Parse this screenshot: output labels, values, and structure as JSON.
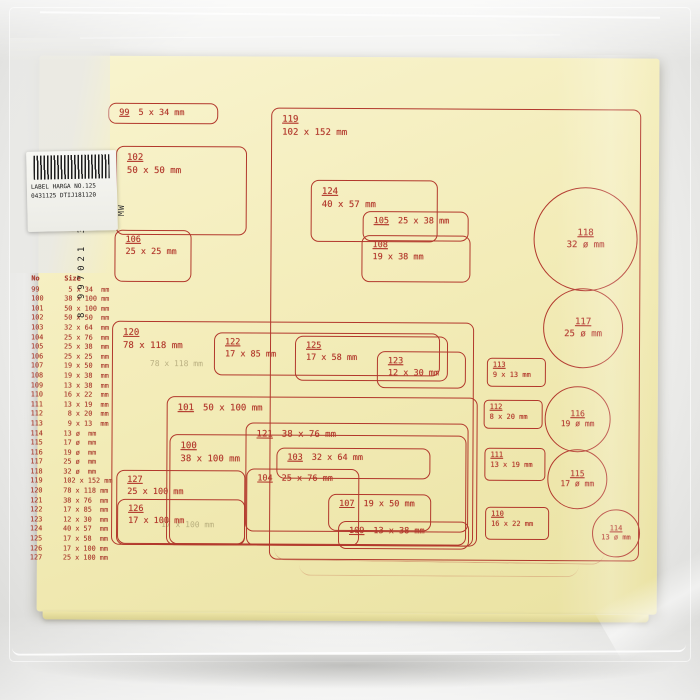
{
  "sticker": {
    "line1": "LABEL HARGA NO.125",
    "line2": "0431125 DTIJ181120",
    "side_mark": "MW",
    "bag_barcode_digits": "8 997021 311959"
  },
  "table": {
    "header": {
      "no": "No",
      "size": "Size"
    },
    "rows": [
      {
        "no": "99",
        "size": " 5 x 34  mm"
      },
      {
        "no": "100",
        "size": "38 x 100 mm"
      },
      {
        "no": "101",
        "size": "50 x 100 mm"
      },
      {
        "no": "102",
        "size": "50 x 50  mm"
      },
      {
        "no": "103",
        "size": "32 x 64  mm"
      },
      {
        "no": "104",
        "size": "25 x 76  mm"
      },
      {
        "no": "105",
        "size": "25 x 38  mm"
      },
      {
        "no": "106",
        "size": "25 x 25  mm"
      },
      {
        "no": "107",
        "size": "19 x 50  mm"
      },
      {
        "no": "108",
        "size": "19 x 38  mm"
      },
      {
        "no": "109",
        "size": "13 x 38  mm"
      },
      {
        "no": "110",
        "size": "16 x 22  mm"
      },
      {
        "no": "111",
        "size": "13 x 19  mm"
      },
      {
        "no": "112",
        "size": " 8 x 20  mm"
      },
      {
        "no": "113",
        "size": " 9 x 13  mm"
      },
      {
        "no": "114",
        "size": "13 ø  mm"
      },
      {
        "no": "115",
        "size": "17 ø  mm"
      },
      {
        "no": "116",
        "size": "19 ø  mm"
      },
      {
        "no": "117",
        "size": "25 ø  mm"
      },
      {
        "no": "118",
        "size": "32 ø  mm"
      },
      {
        "no": "119",
        "size": "102 x 152 mm"
      },
      {
        "no": "120",
        "size": "78 x 118 mm"
      },
      {
        "no": "121",
        "size": "38 x 76  mm"
      },
      {
        "no": "122",
        "size": "17 x 85  mm"
      },
      {
        "no": "123",
        "size": "12 x 30  mm"
      },
      {
        "no": "124",
        "size": "40 x 57  mm"
      },
      {
        "no": "125",
        "size": "17 x 58  mm"
      },
      {
        "no": "126",
        "size": "17 x 100 mm"
      },
      {
        "no": "127",
        "size": "25 x 100 mm"
      }
    ]
  },
  "labels": {
    "l99": {
      "no": "99",
      "size": "5 x 34 mm"
    },
    "l100": {
      "no": "100",
      "size": "38 x 100 mm"
    },
    "l101": {
      "no": "101",
      "size": "50 x 100 mm"
    },
    "l102": {
      "no": "102",
      "size": "50 x 50 mm"
    },
    "l103": {
      "no": "103",
      "size": "32 x 64 mm"
    },
    "l104": {
      "no": "104",
      "size": "25 x 76 mm"
    },
    "l105": {
      "no": "105",
      "size": "25 x 38 mm"
    },
    "l106": {
      "no": "106",
      "size": "25 x 25 mm"
    },
    "l107": {
      "no": "107",
      "size": "19 x 50 mm"
    },
    "l108": {
      "no": "108",
      "size": "19 x 38 mm"
    },
    "l109": {
      "no": "109",
      "size": "13 x 38 mm"
    },
    "l110": {
      "no": "110",
      "size": "16 x 22 mm"
    },
    "l111": {
      "no": "111",
      "size": "13 x 19 mm"
    },
    "l112": {
      "no": "112",
      "size": "8 x 20 mm"
    },
    "l113": {
      "no": "113",
      "size": "9 x 13 mm"
    },
    "l114": {
      "no": "114",
      "size": "13 ø mm"
    },
    "l115": {
      "no": "115",
      "size": "17 ø mm"
    },
    "l116": {
      "no": "116",
      "size": "19 ø mm"
    },
    "l117": {
      "no": "117",
      "size": "25 ø mm"
    },
    "l118": {
      "no": "118",
      "size": "32 ø mm"
    },
    "l119": {
      "no": "119",
      "size": "102 x 152 mm"
    },
    "l120": {
      "no": "120",
      "size": "78 x 118 mm"
    },
    "l121": {
      "no": "121",
      "size": "38 x 76 mm"
    },
    "l122": {
      "no": "122",
      "size": "17 x 85 mm"
    },
    "l123": {
      "no": "123",
      "size": "12 x 30 mm"
    },
    "l124": {
      "no": "124",
      "size": "40 x 57 mm"
    },
    "l125": {
      "no": "125",
      "size": "17 x 58 mm"
    },
    "l126": {
      "no": "126",
      "size": "17 x 100 mm"
    },
    "l127": {
      "no": "127",
      "size": "25 x 100 mm"
    }
  },
  "ghosts": {
    "g1": "78 x 118 mm",
    "g2": "17 x 100 mm"
  },
  "colors": {
    "ink_red": "#b2382c",
    "sheet_yellow": "#f3ecb8"
  }
}
